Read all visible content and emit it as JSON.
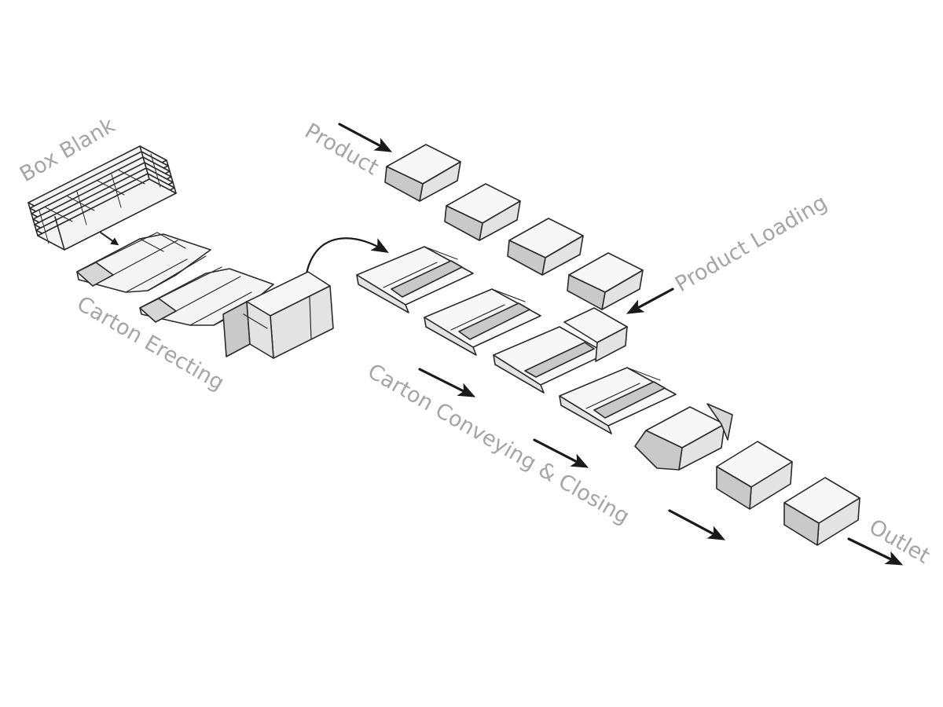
{
  "labels": {
    "box_blank": "Box Blank",
    "product": "Product",
    "product_loading": "Product Loading",
    "carton_erecting": "Carton Erecting",
    "carton_conveying_closing": "Carton Conveying & Closing",
    "outlet": "Outlet"
  },
  "colors": {
    "label": "#a5a5a5",
    "stroke": "#2a2a2a",
    "arrow": "#1a1a1a"
  }
}
